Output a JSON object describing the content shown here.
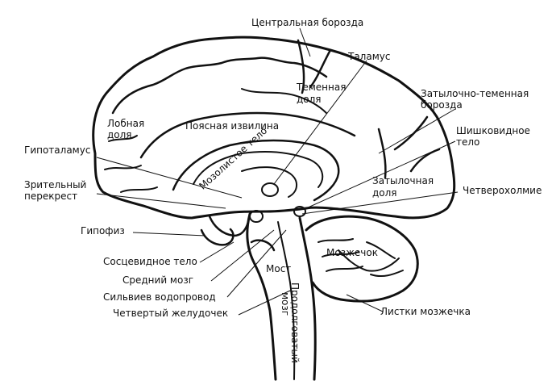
{
  "labels": {
    "central_sulcus": "Центральная борозда",
    "thalamus": "Таламус",
    "parietal_lobe_1": "Теменная",
    "parietal_lobe_2": "доля",
    "parieto_occipital_1": "Затылочно-теменная",
    "parieto_occipital_2": "борозда",
    "frontal_lobe_1": "Лобная",
    "frontal_lobe_2": "доля",
    "cingulate_gyrus": "Поясная извилина",
    "pineal_1": "Шишковидное",
    "pineal_2": "тело",
    "corpus_callosum": "Мозолистое тело",
    "hypothalamus": "Гипоталамус",
    "optic_chiasm_1": "Зрительный",
    "optic_chiasm_2": "перекрест",
    "occipital_lobe_1": "Затылочная",
    "occipital_lobe_2": "доля",
    "quadrigemina": "Четверохолмие",
    "pituitary": "Гипофиз",
    "cerebellum": "Мозжечок",
    "mammillary_body": "Сосцевидное тело",
    "pons": "Мост",
    "midbrain": "Средний мозг",
    "aqueduct": "Сильвиев водопровод",
    "fourth_ventricle": "Четвертый желудочек",
    "medulla_1": "Продолговатый",
    "medulla_2": "мозг",
    "cerebellar_folia": "Листки мозжечка"
  }
}
